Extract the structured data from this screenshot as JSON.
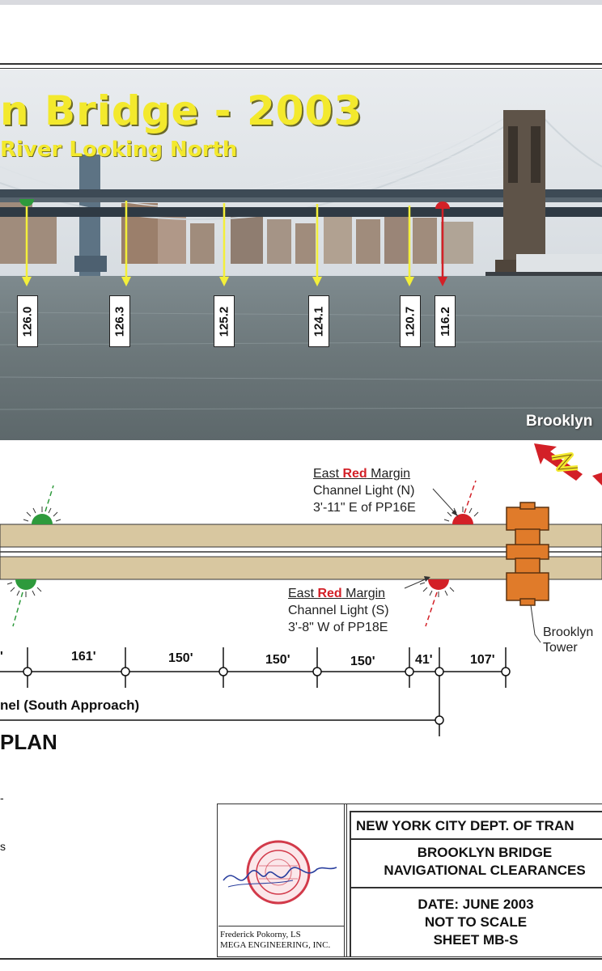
{
  "photo": {
    "title": "n Bridge - 2003",
    "subtitle": "River Looking North",
    "brooklyn_label": "Brooklyn",
    "clearances": [
      {
        "value": "126.0",
        "color": "#f3ef3a"
      },
      {
        "value": "126.3",
        "color": "#f3ef3a"
      },
      {
        "value": "125.2",
        "color": "#f3ef3a"
      },
      {
        "value": "124.1",
        "color": "#f3ef3a"
      },
      {
        "value": "120.7",
        "color": "#f3ef3a"
      },
      {
        "value": "116.2",
        "color": "#d32027"
      }
    ]
  },
  "plan": {
    "north_light": {
      "line1_pre": "East ",
      "line1_red": "Red",
      "line1_post": " Margin",
      "line2": "Channel Light (N)",
      "line3": "3'-11\" E of PP16E"
    },
    "south_light": {
      "line1_pre": "East ",
      "line1_red": "Red",
      "line1_post": " Margin",
      "line2": "Channel Light (S)",
      "line3": "3'-8\" W of PP18E"
    },
    "tower_label_line1": "Brooklyn",
    "tower_label_line2": "Tower",
    "dimensions": [
      "'",
      "161'",
      "150'",
      "150'",
      "150'",
      "41'",
      "107'"
    ],
    "channel_label": "nel (South Approach)",
    "title": "PLAN",
    "colors": {
      "deck": "#d8c7a0",
      "tower": "#e07b2a",
      "red_light": "#d32027",
      "green_light": "#2e9a3c"
    }
  },
  "left_notes": [
    "-",
    "s"
  ],
  "title_block": {
    "agency": "NEW YORK CITY DEPT. OF TRAN",
    "project_line1": "BROOKLYN BRIDGE",
    "project_line2": "NAVIGATIONAL CLEARANCES",
    "date": "DATE: JUNE 2003",
    "scale": "NOT TO SCALE",
    "sheet": "SHEET MB-S",
    "surveyor_name": "Frederick Pokorny, LS",
    "firm": "MEGA ENGINEERING, INC."
  }
}
